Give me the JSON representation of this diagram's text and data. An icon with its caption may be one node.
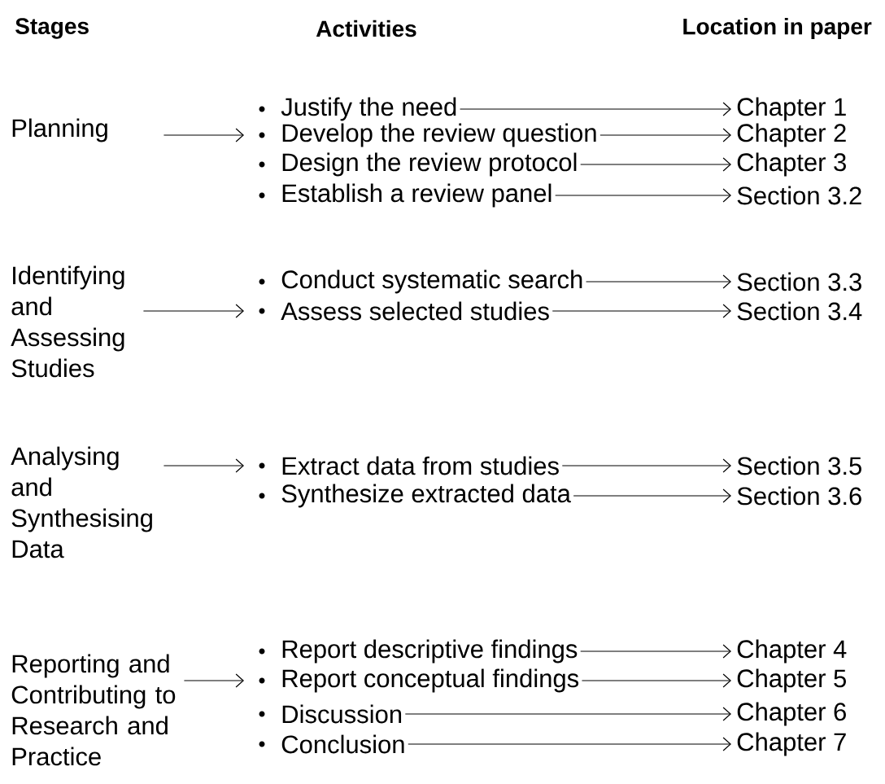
{
  "diagram": {
    "nodes": [
      {
        "text": [
          "Planning"
        ]
      },
      {
        "text": [
          "Justify the need"
        ]
      },
      {
        "text": [
          "Develop the review question"
        ]
      },
      {
        "text": [
          "Design the review protocol"
        ]
      },
      {
        "text": [
          "Establish a review panel"
        ]
      },
      {
        "text": [
          "Chapter 1"
        ]
      },
      {
        "text": [
          "Chapter 2"
        ]
      },
      {
        "text": [
          "Chapter 3"
        ]
      },
      {
        "text": [
          "Section 3.2"
        ]
      },
      {
        "text": [
          "Identifying and Assessing Studies"
        ]
      },
      {
        "text": [
          "Conduct systematic search"
        ]
      },
      {
        "text": [
          "Assess selected studies"
        ]
      },
      {
        "text": [
          "Section 3.3"
        ]
      },
      {
        "text": [
          "Section 3.4"
        ]
      },
      {
        "text": [
          "Analysing and Synthesising Data"
        ]
      },
      {
        "text": [
          "Extract data from studies"
        ]
      },
      {
        "text": [
          "Synthesize extracted data"
        ]
      },
      {
        "text": [
          "Section 3.5"
        ]
      },
      {
        "text": [
          "Section 3.6"
        ]
      },
      {
        "text": [
          "Reporting and Contributing to Research and Practice"
        ]
      },
      {
        "text": [
          "Report descriptive findings"
        ]
      },
      {
        "text": [
          "Report conceptual findings"
        ]
      },
      {
        "text": [
          "Discussion"
        ]
      },
      {
        "text": [
          "Conclusion"
        ]
      },
      {
        "text": [
          "Chapter 4"
        ]
      },
      {
        "text": [
          "Chapter 5"
        ]
      },
      {
        "text": [
          "Chapter 6"
        ]
      },
      {
        "text": [
          "Chapter 7"
        ]
      }
    ],
    "edges": [
      {
        "from": 0,
        "to": 2,
        "arrow": "to"
      },
      {
        "from": 1,
        "to": 5,
        "arrow": "to"
      },
      {
        "from": 2,
        "to": 6,
        "arrow": "to"
      },
      {
        "from": 3,
        "to": 7,
        "arrow": "to"
      },
      {
        "from": 4,
        "to": 8,
        "arrow": "to"
      },
      {
        "from": 9,
        "to": 11,
        "arrow": "to"
      },
      {
        "from": 10,
        "to": 12,
        "arrow": "to"
      },
      {
        "from": 11,
        "to": 13,
        "arrow": "to"
      },
      {
        "from": 14,
        "to": 15,
        "arrow": "to"
      },
      {
        "from": 15,
        "to": 17,
        "arrow": "to"
      },
      {
        "from": 16,
        "to": 18,
        "arrow": "to"
      },
      {
        "from": 19,
        "to": 21,
        "arrow": "to"
      },
      {
        "from": 20,
        "to": 24,
        "arrow": "to"
      },
      {
        "from": 21,
        "to": 25,
        "arrow": "to"
      },
      {
        "from": 22,
        "to": 26,
        "arrow": "to"
      },
      {
        "from": 23,
        "to": 27,
        "arrow": "to"
      }
    ],
    "labels": [
      "Stages",
      "Activities",
      "Location in paper"
    ]
  }
}
